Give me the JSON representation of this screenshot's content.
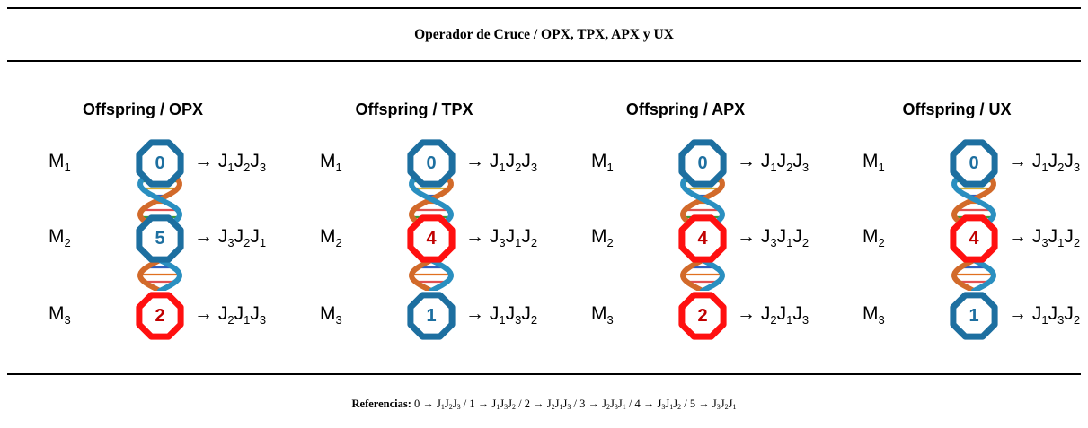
{
  "title": "Operador de Cruce / OPX, TPX, APX y UX",
  "colors": {
    "blue": "#1d6fa0",
    "red": "#ff1010",
    "red_text": "#c00000",
    "blue_text": "#1d6fa0"
  },
  "icons": {
    "node": "octagon-icon",
    "link": "dna-helix-icon",
    "arrow": "→"
  },
  "panels": [
    {
      "title": "Offspring / OPX",
      "machines": [
        {
          "label": "M",
          "sub": "1",
          "value": "0",
          "color": "blue",
          "seq": [
            "1",
            "2",
            "3"
          ]
        },
        {
          "label": "M",
          "sub": "2",
          "value": "5",
          "color": "blue",
          "seq": [
            "3",
            "2",
            "1"
          ]
        },
        {
          "label": "M",
          "sub": "3",
          "value": "2",
          "color": "red",
          "seq": [
            "2",
            "1",
            "3"
          ]
        }
      ]
    },
    {
      "title": "Offspring / TPX",
      "machines": [
        {
          "label": "M",
          "sub": "1",
          "value": "0",
          "color": "blue",
          "seq": [
            "1",
            "2",
            "3"
          ]
        },
        {
          "label": "M",
          "sub": "2",
          "value": "4",
          "color": "red",
          "seq": [
            "3",
            "1",
            "2"
          ]
        },
        {
          "label": "M",
          "sub": "3",
          "value": "1",
          "color": "blue",
          "seq": [
            "1",
            "3",
            "2"
          ]
        }
      ]
    },
    {
      "title": "Offspring / APX",
      "machines": [
        {
          "label": "M",
          "sub": "1",
          "value": "0",
          "color": "blue",
          "seq": [
            "1",
            "2",
            "3"
          ]
        },
        {
          "label": "M",
          "sub": "2",
          "value": "4",
          "color": "red",
          "seq": [
            "3",
            "1",
            "2"
          ]
        },
        {
          "label": "M",
          "sub": "3",
          "value": "2",
          "color": "red",
          "seq": [
            "2",
            "1",
            "3"
          ]
        }
      ]
    },
    {
      "title": "Offspring / UX",
      "machines": [
        {
          "label": "M",
          "sub": "1",
          "value": "0",
          "color": "blue",
          "seq": [
            "1",
            "2",
            "3"
          ]
        },
        {
          "label": "M",
          "sub": "2",
          "value": "4",
          "color": "red",
          "seq": [
            "3",
            "1",
            "2"
          ]
        },
        {
          "label": "M",
          "sub": "3",
          "value": "1",
          "color": "blue",
          "seq": [
            "1",
            "3",
            "2"
          ]
        }
      ]
    }
  ],
  "references": {
    "label": "Referencias:",
    "items": [
      {
        "key": "0",
        "seq": [
          "1",
          "2",
          "3"
        ]
      },
      {
        "key": "1",
        "seq": [
          "1",
          "3",
          "2"
        ]
      },
      {
        "key": "2",
        "seq": [
          "2",
          "1",
          "3"
        ]
      },
      {
        "key": "3",
        "seq": [
          "2",
          "3",
          "1"
        ]
      },
      {
        "key": "4",
        "seq": [
          "3",
          "1",
          "2"
        ]
      },
      {
        "key": "5",
        "seq": [
          "3",
          "2",
          "1"
        ]
      }
    ]
  }
}
